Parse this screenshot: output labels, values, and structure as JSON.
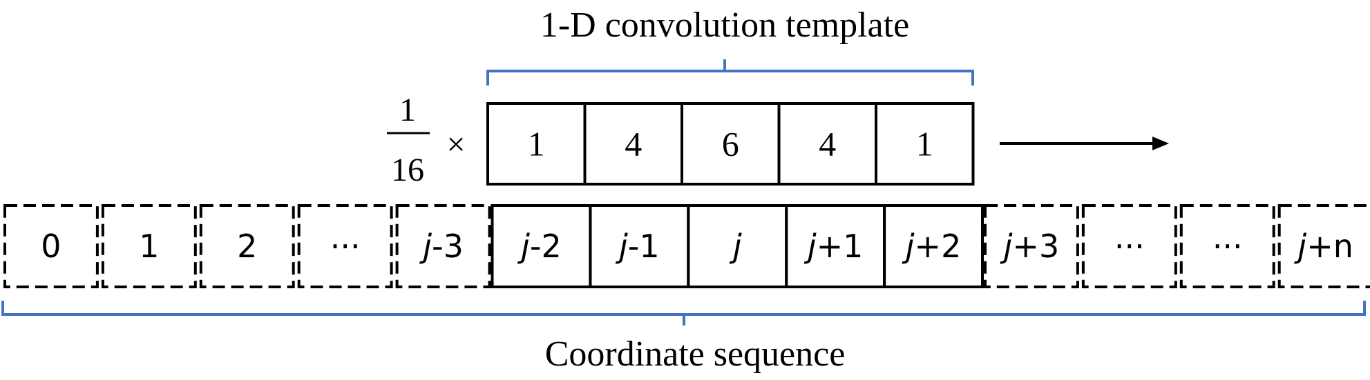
{
  "template_label": "1-D convolution template",
  "sequence_label": "Coordinate sequence",
  "scale_factor": {
    "numerator": "1",
    "denominator": "16",
    "operator": "×"
  },
  "kernel": [
    "1",
    "4",
    "6",
    "4",
    "1"
  ],
  "sequence": [
    {
      "parts": [
        {
          "t": "0",
          "i": false
        }
      ],
      "style": "dashed"
    },
    {
      "parts": [
        {
          "t": "1",
          "i": false
        }
      ],
      "style": "dashed"
    },
    {
      "parts": [
        {
          "t": "2",
          "i": false
        }
      ],
      "style": "dashed"
    },
    {
      "parts": [
        {
          "t": "···",
          "i": false
        }
      ],
      "style": "dashed"
    },
    {
      "parts": [
        {
          "t": "j",
          "i": true
        },
        {
          "t": "-3",
          "i": false
        }
      ],
      "style": "dashed"
    },
    {
      "parts": [
        {
          "t": "j",
          "i": true
        },
        {
          "t": "-2",
          "i": false
        }
      ],
      "style": "solid"
    },
    {
      "parts": [
        {
          "t": "j",
          "i": true
        },
        {
          "t": "-1",
          "i": false
        }
      ],
      "style": "solid"
    },
    {
      "parts": [
        {
          "t": "j",
          "i": true
        }
      ],
      "style": "solid"
    },
    {
      "parts": [
        {
          "t": "j",
          "i": true
        },
        {
          "t": "+1",
          "i": false
        }
      ],
      "style": "solid"
    },
    {
      "parts": [
        {
          "t": "j",
          "i": true
        },
        {
          "t": "+2",
          "i": false
        }
      ],
      "style": "solid"
    },
    {
      "parts": [
        {
          "t": "j",
          "i": true
        },
        {
          "t": "+3",
          "i": false
        }
      ],
      "style": "dashed"
    },
    {
      "parts": [
        {
          "t": "···",
          "i": false
        }
      ],
      "style": "dashed"
    },
    {
      "parts": [
        {
          "t": "···",
          "i": false
        }
      ],
      "style": "dashed"
    },
    {
      "parts": [
        {
          "t": "j",
          "i": true
        },
        {
          "t": "+n",
          "i": false
        }
      ],
      "style": "dashed"
    }
  ],
  "colors": {
    "bracket": "#4472C4",
    "stroke": "#000000"
  }
}
